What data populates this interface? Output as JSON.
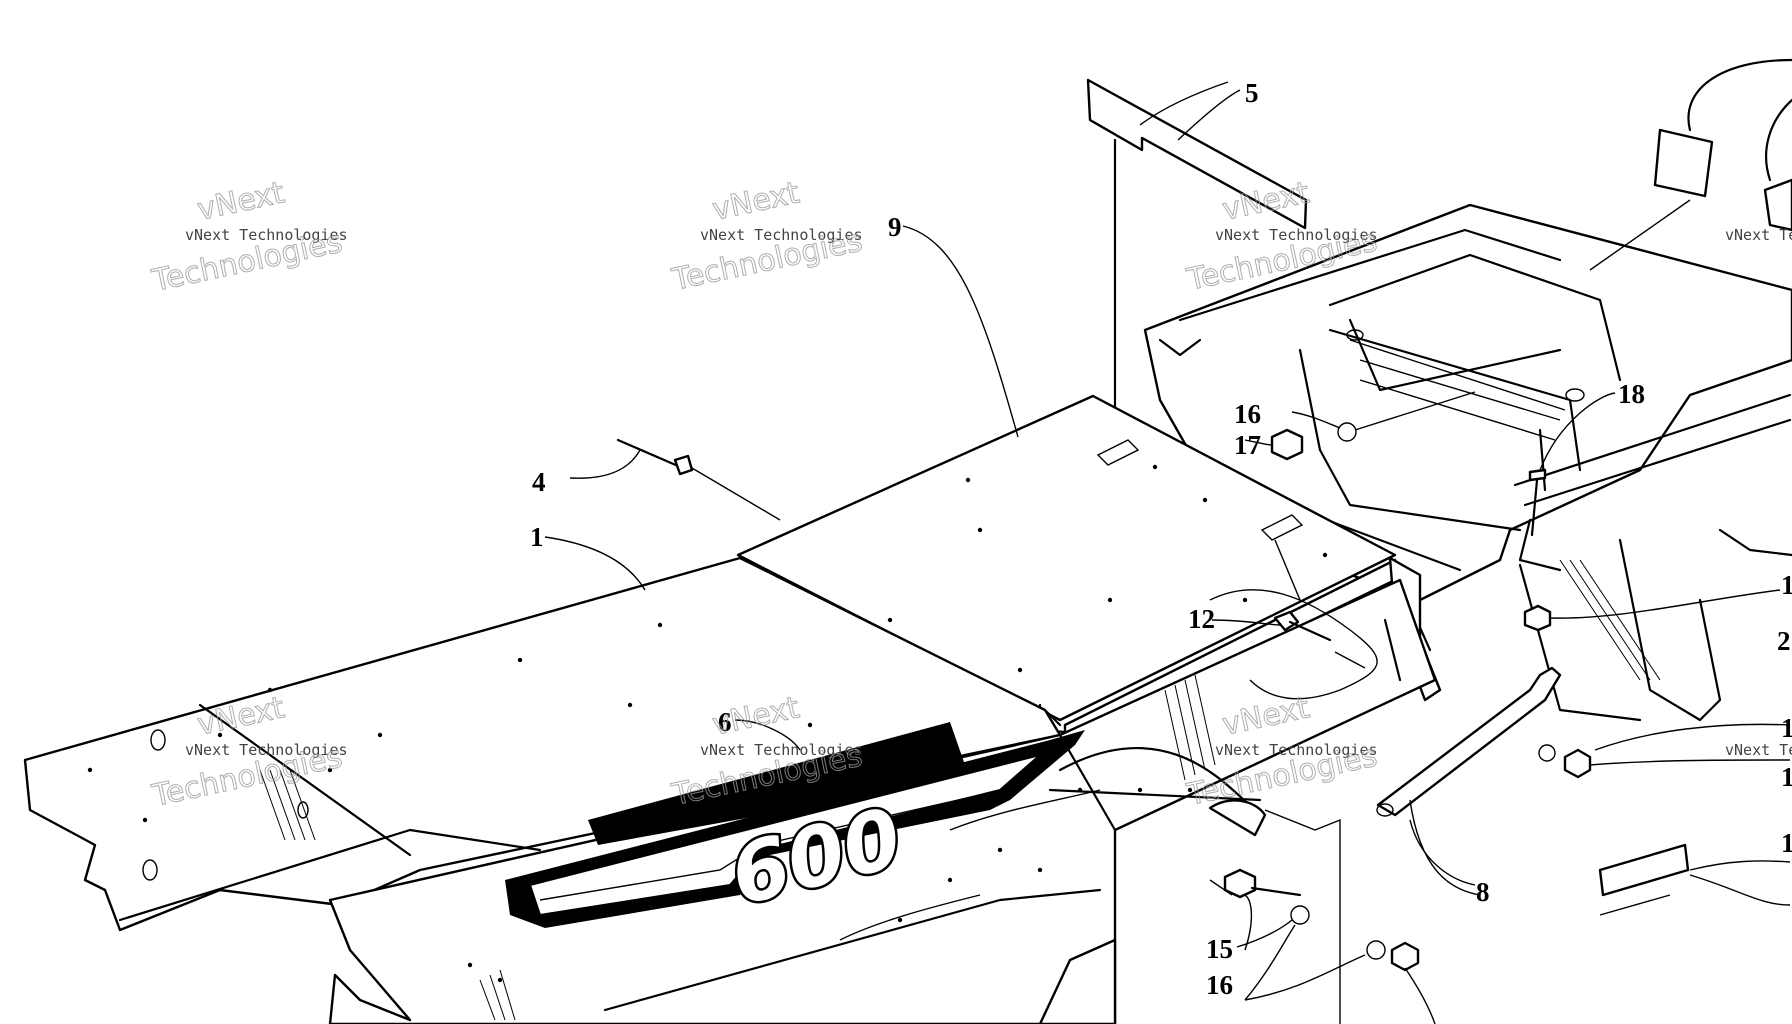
{
  "callouts": [
    {
      "id": "label-1",
      "text": "1"
    },
    {
      "id": "label-4",
      "text": "4"
    },
    {
      "id": "label-5",
      "text": "5"
    },
    {
      "id": "label-6",
      "text": "6"
    },
    {
      "id": "label-8",
      "text": "8"
    },
    {
      "id": "label-9",
      "text": "9"
    },
    {
      "id": "label-12",
      "text": "12"
    },
    {
      "id": "label-15",
      "text": "15"
    },
    {
      "id": "label-16a",
      "text": "16"
    },
    {
      "id": "label-16b",
      "text": "16"
    },
    {
      "id": "label-17",
      "text": "17"
    },
    {
      "id": "label-18",
      "text": "18"
    },
    {
      "id": "label-edge-1a",
      "text": "1"
    },
    {
      "id": "label-edge-2",
      "text": "2"
    },
    {
      "id": "label-edge-1b",
      "text": "1"
    },
    {
      "id": "label-edge-1c",
      "text": "1"
    },
    {
      "id": "label-edge-1d",
      "text": "1"
    }
  ],
  "decal_text": "600",
  "watermark": {
    "line_small": "vNext Technologies",
    "line_top": "vNext",
    "line_bottom": "Technologies"
  },
  "colors": {
    "ink": "#000000",
    "paper": "#ffffff",
    "watermark": "#9a9a9a"
  }
}
